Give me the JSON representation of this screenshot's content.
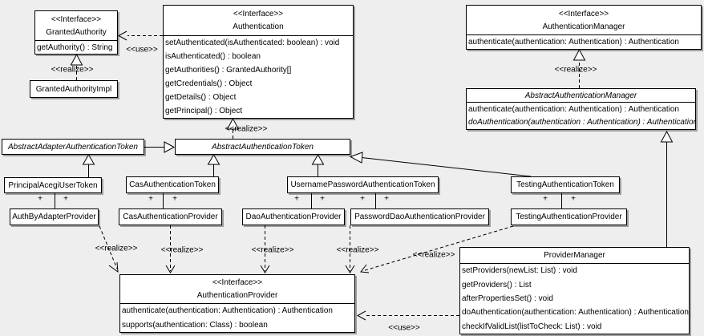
{
  "labels": {
    "interface_stereotype": "<<Interface>>",
    "use": "<<use>>",
    "realize": "<<realize>>",
    "plus": "+"
  },
  "colors": {
    "background": "#eeeeee",
    "box_fill": "#ffffff",
    "line": "#000000",
    "shadow": "#9e9e9e"
  },
  "classes": {
    "granted_authority": {
      "stereotype": "<<Interface>>",
      "name": "GrantedAuthority",
      "methods": [
        "getAuthority() : String"
      ]
    },
    "granted_authority_impl": {
      "name": "GrantedAuthorityImpl"
    },
    "authentication": {
      "stereotype": "<<Interface>>",
      "name": "Authentication",
      "methods": [
        "setAuthenticated(isAuthenticated: boolean) : void",
        "isAuthenticated() : boolean",
        "getAuthorities() : GrantedAuthority[]",
        "getCredentials() : Object",
        "getDetails() : Object",
        "getPrincipal() : Object"
      ]
    },
    "authentication_manager": {
      "stereotype": "<<Interface>>",
      "name": "AuthenticationManager",
      "methods": [
        "authenticate(authentication: Authentication) : Authentication"
      ]
    },
    "abstract_authentication_manager": {
      "name": "AbstractAuthenticationManager",
      "methods": [
        "authenticate(authentication: Authentication) : Authentication",
        "doAuthentication(authentication : Authentication) : Authentication"
      ]
    },
    "abstract_adapter_authentication_token": {
      "name": "AbstractAdapterAuthenticationToken"
    },
    "abstract_authentication_token": {
      "name": "AbstractAuthenticationToken"
    },
    "principal_acegi_user_token": {
      "name": "PrincipalAcegiUserToken"
    },
    "cas_authentication_token": {
      "name": "CasAuthenticationToken"
    },
    "username_password_authentication_token": {
      "name": "UsernamePasswordAuthenticationToken"
    },
    "testing_authentication_token": {
      "name": "TestingAuthenticationToken"
    },
    "auth_by_adapter_provider": {
      "name": "AuthByAdapterProvider"
    },
    "cas_authentication_provider": {
      "name": "CasAuthenticationProvider"
    },
    "dao_authentication_provider": {
      "name": "DaoAuthenticationProvider"
    },
    "password_dao_authentication_provider": {
      "name": "PasswordDaoAuthenticationProvider"
    },
    "testing_authentication_provider": {
      "name": "TestingAuthenticationProvider"
    },
    "authentication_provider": {
      "stereotype": "<<Interface>>",
      "name": "AuthenticationProvider",
      "methods": [
        "authenticate(authentication: Authentication) : Authentication",
        "supports(authentication: Class) : boolean"
      ]
    },
    "provider_manager": {
      "name": "ProviderManager",
      "methods": [
        "setProviders(newList: List) : void",
        "getProviders() : List",
        "afterPropertiesSet() : void",
        "doAuthentication(authentication: Authentication) : Authentication",
        "checkIfValidList(listToCheck: List) : void"
      ]
    }
  }
}
